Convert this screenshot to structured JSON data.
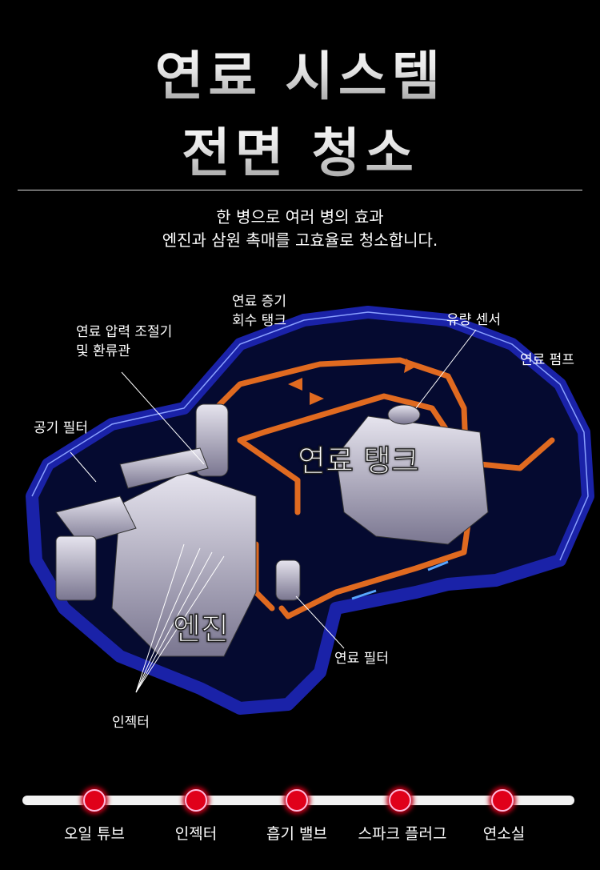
{
  "header": {
    "title_line1": "연료 시스템",
    "title_line2": "전면 청소",
    "subtitle_line1": "한 병으로 여러 병의 효과",
    "subtitle_line2": "엔진과 삼원 촉매를 고효율로 청소합니다."
  },
  "diagram": {
    "labels": {
      "vapor_tank_1": "연료 증기",
      "vapor_tank_2": "회수 탱크",
      "regulator_1": "연료 압력 조절기",
      "regulator_2": "및 환류관",
      "flow_sensor": "유량 센서",
      "fuel_pump": "연료 펌프",
      "air_filter": "공기 필터",
      "fuel_tank": "연료 탱크",
      "engine": "엔진",
      "fuel_filter": "연료 필터",
      "injector": "인젝터"
    },
    "colors": {
      "car_outline": "#1a22a8",
      "pipe": "#e06a20",
      "part": "#b8b4c8"
    }
  },
  "timeline": {
    "items": [
      "오일 튜브",
      "인젝터",
      "흡기 밸브",
      "스파크 플러그",
      "연소실"
    ],
    "dot_color": "#e0001a"
  }
}
